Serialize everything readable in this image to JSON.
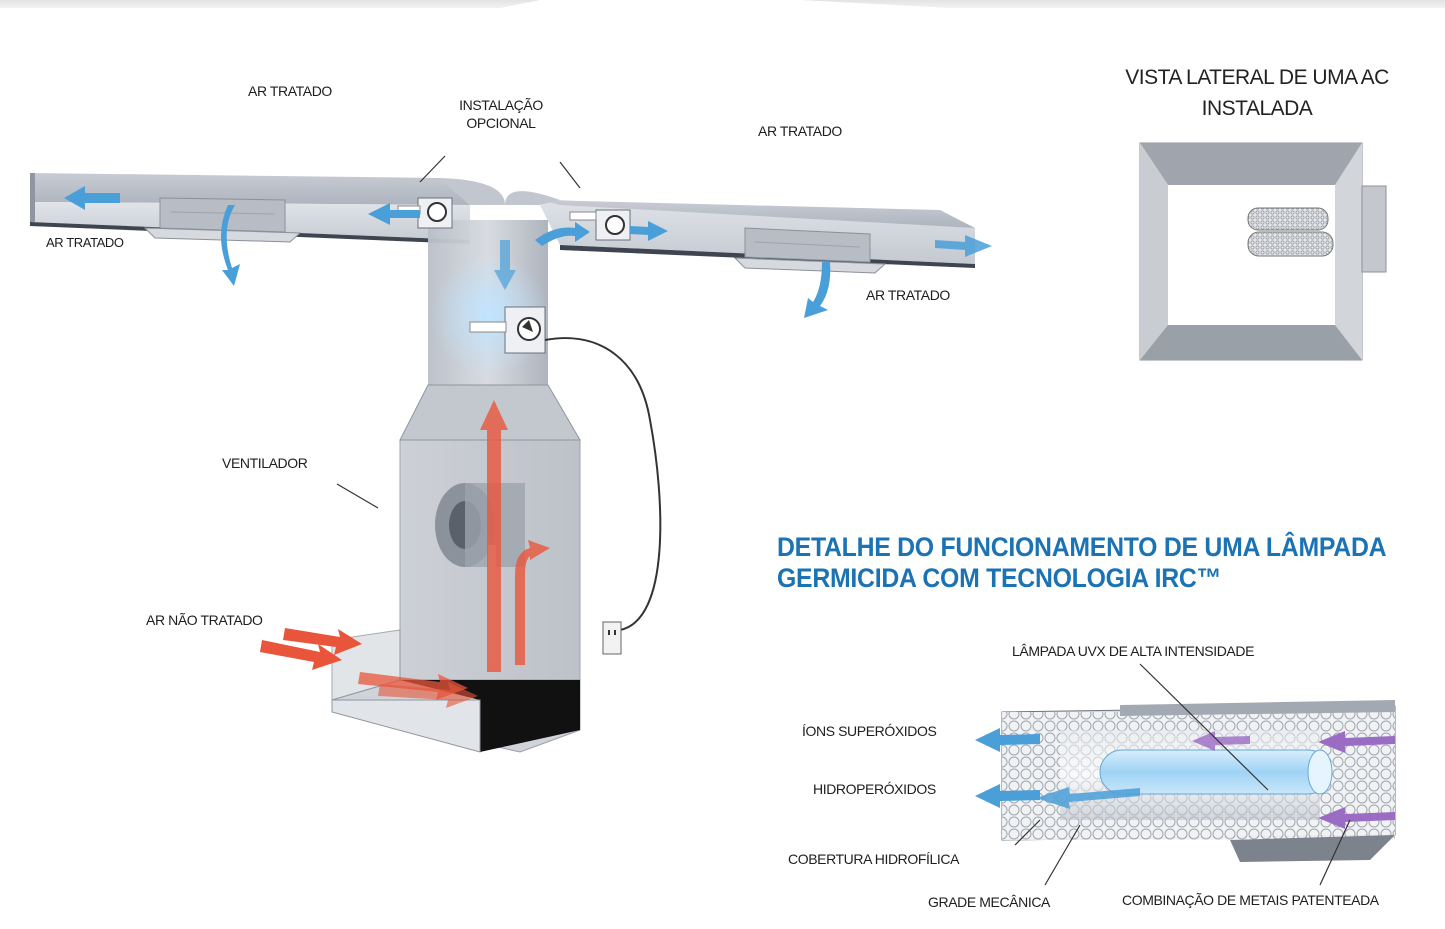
{
  "labels": {
    "treated_air_top": "AR TRATADO",
    "optional_installation": "INSTALAÇÃO OPCIONAL",
    "treated_air_top_right": "AR TRATADO",
    "treated_air_left": "AR TRATADO",
    "treated_air_right": "AR TRATADO",
    "fan": "VENTILADOR",
    "untreated_air": "AR NÃO TRATADO"
  },
  "side_view": {
    "title": "VISTA LATERAL DE UMA AC INSTALADA"
  },
  "detail": {
    "heading_line1": "DETALHE DO FUNCIONAMENTO DE UMA LÂMPADA",
    "heading_line2": "GERMICIDA COM TECNOLOGIA IRC™",
    "lamp": "LÂMPADA UVX DE ALTA INTENSIDADE",
    "superoxide_ions": "ÍONS SUPERÓXIDOS",
    "hydroperoxides": "HIDROPERÓXIDOS",
    "hydrophilic_coating": "COBERTURA HIDROFÍLICA",
    "mechanical_grid": "GRADE MECÂNICA",
    "patented_metals": "COMBINAÇÃO DE METAIS PATENTEADA"
  },
  "colors": {
    "heading": "#1b73b4",
    "treated_air_arrow": "#4a9fd8",
    "untreated_air_arrow": "#e8553b",
    "ion_arrow": "#9b6cc4",
    "duct": "#c9ced6"
  }
}
